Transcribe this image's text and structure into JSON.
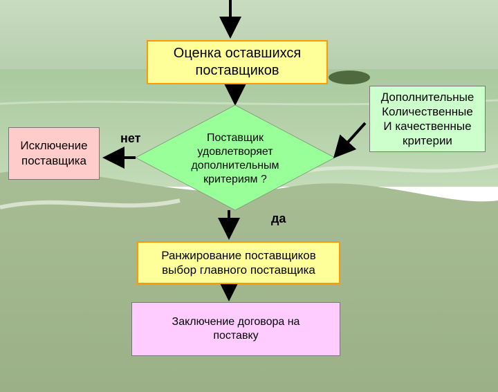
{
  "diagram": {
    "evaluate_box": {
      "line1": "Оценка оставшихся",
      "line2": "поставщиков"
    },
    "exclude_box": {
      "line1": "Исключение",
      "line2": "поставщика"
    },
    "extra_criteria_box": {
      "line1": "Дополнительные",
      "line2": "Количественные",
      "line3": "И качественные",
      "line4": "критерии"
    },
    "decision": {
      "line1": "Поставщик",
      "line2": "удовлетворяет",
      "line3": "дополнительным",
      "line4": "критериям ?"
    },
    "label_no": "нет",
    "label_yes": "да",
    "rank_box": {
      "line1": "Ранжирование поставщиков",
      "line2": "выбор главного поставщика"
    },
    "contract_box": {
      "line1": "Заключение договора на",
      "line2": "поставку"
    }
  },
  "colors": {
    "process_fill": "#ffff99",
    "process_border": "#ff9900",
    "exclude_fill": "#ffcccc",
    "criteria_fill": "#ccffcc",
    "decision_fill": "#99ff99",
    "contract_fill": "#ffccff",
    "arrow": "#000000"
  }
}
